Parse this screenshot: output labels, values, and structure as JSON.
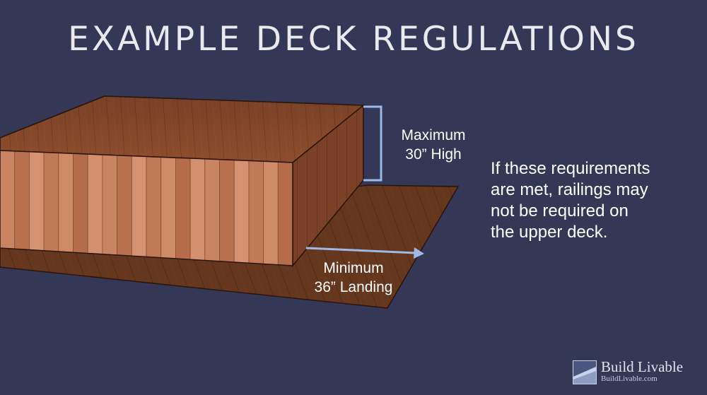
{
  "title": "Example Deck Regulations",
  "height_label": [
    "Maximum",
    "30” High"
  ],
  "landing_label": [
    "Minimum",
    "36” Landing"
  ],
  "note": [
    "If these requirements",
    "are met, railings may",
    "not be required on",
    "the upper deck."
  ],
  "brand": {
    "name": "Build Livable",
    "url": "BuildLivable.com"
  },
  "colors": {
    "background": "#343755",
    "arrow": "#9fb9e6",
    "deck_top": "#8a4a2c",
    "deck_front": "#c57e5a",
    "deck_side": "#7a4128",
    "landing": "#66371f"
  }
}
